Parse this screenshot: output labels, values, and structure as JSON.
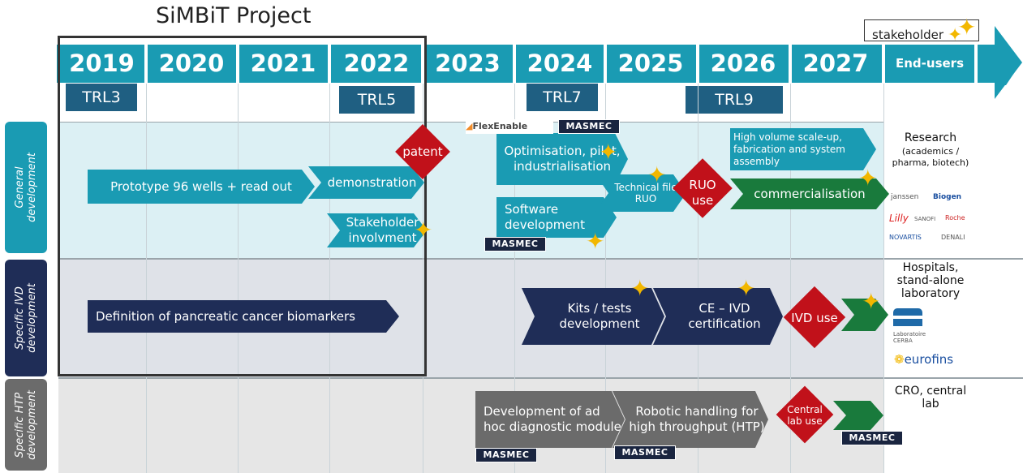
{
  "title": "SiMBiT Project",
  "legend": {
    "label": "stakeholder",
    "icon": "star-icon"
  },
  "years": [
    "2019",
    "2020",
    "2021",
    "2022",
    "2023",
    "2024",
    "2025",
    "2026",
    "2027"
  ],
  "end_users_header": "End-users",
  "trl": [
    "TRL3",
    "TRL5",
    "TRL7",
    "TRL9"
  ],
  "rows": {
    "general": "General development",
    "ivd": "Specific IVD development",
    "htp": "Specific HTP development"
  },
  "general": {
    "prototype": "Prototype 96 wells + read out",
    "demonstration": "demonstration",
    "stakeholder": "Stakeholder involvment",
    "patent": "patent",
    "optimisation": "Optimisation, pilot, industrialisation",
    "software": "Software development",
    "technical": "Technical file RUO",
    "ruo": "RUO use",
    "high_volume": "High volume scale-up, fabrication and system assembly",
    "commercialisation": "commercialisation"
  },
  "ivd": {
    "definition": "Definition of pancreatic cancer biomarkers",
    "kits": "Kits / tests development",
    "ce": "CE – IVD certification",
    "ivd_use": "IVD use"
  },
  "htp": {
    "module": "Development of ad hoc diagnostic module",
    "robotic": "Robotic handling for high throughput (HTP)",
    "central": "Central lab use"
  },
  "partners": {
    "masmec": "MASMEC",
    "flexenable": "FlexEnable"
  },
  "end_users": {
    "research": "Research",
    "research_sub": "(academics / pharma, biotech)",
    "hospitals": "Hospitals, stand-alone laboratory",
    "cro": "CRO, central lab"
  },
  "logos": {
    "janssen": "janssen",
    "biogen": "Biogen",
    "lilly": "Lilly",
    "sanofi": "SANOFI",
    "roche": "Roche",
    "novartis": "NOVARTIS",
    "denali": "DENALI",
    "cerba": "Laboratoire CERBA",
    "eurofins": "eurofins"
  },
  "colors": {
    "teal": "#1a9bb3",
    "navy": "#1f2d57",
    "green": "#197a3c",
    "red": "#c1111a",
    "grey": "#6b6b6b",
    "star": "#f2b700"
  }
}
